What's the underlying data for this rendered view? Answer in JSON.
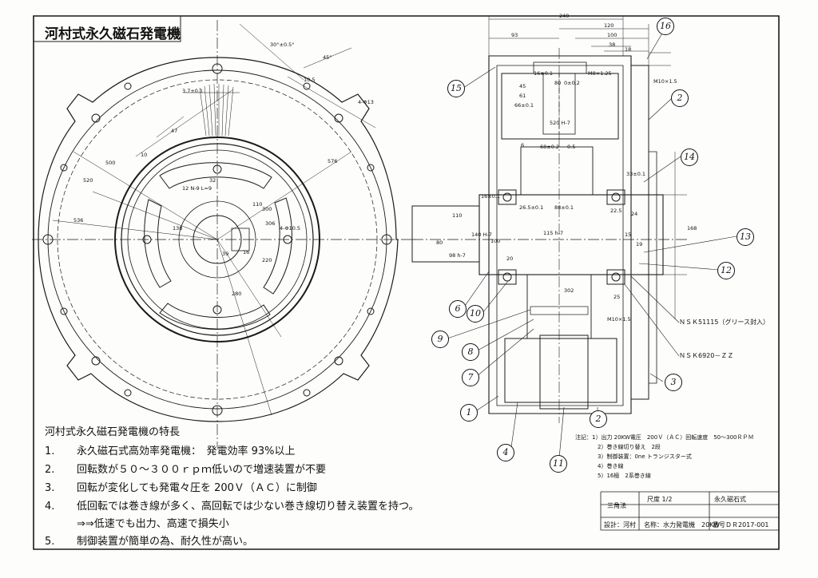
{
  "title": "河村式永久磁石発電機",
  "features": {
    "heading": "河村式永久磁石発電機の特長",
    "items": [
      {
        "n": "1.",
        "text": "永久磁石式高効率発電機：　発電効率 93%以上"
      },
      {
        "n": "2.",
        "text": "回転数が５０～３００ｒｐｍ低いので増速装置が不要"
      },
      {
        "n": "3.",
        "text": "回転が変化しても発電々圧を 200Ｖ（ＡＣ）に制御"
      },
      {
        "n": "4.",
        "text": "低回転では巻き線が多く、高回転では少ない巻き線切り替え装置を持つ。"
      },
      {
        "n": "",
        "text": "⇒⇒低速でも出力、高速で損失小"
      },
      {
        "n": "5.",
        "text": "制御装置が簡単の為、耐久性が高い。"
      }
    ]
  },
  "notes": [
    "注記：1）出力 20KW電圧　200Ｖ（ＡＣ）回転速度　50～300ＲＰＭ",
    "2）巻き線切り替え　2段",
    "3）制御装置：0ne トランジスター式",
    "4）巻き線",
    "5）16極　2系巻き線"
  ],
  "title_block": {
    "projection": "三角法",
    "scale": "尺度 1/2",
    "type": "永久磁石式",
    "designer": "設計：河村",
    "name": "名称：水力発電機　20KW",
    "number": "番号ＤＲ2017-001"
  },
  "bearings": {
    "upper": "ＮＳＫ51115（グリース封入）",
    "lower": "ＮＳＫ6920－ＺＺ"
  },
  "part_numbers": [
    "1",
    "2",
    "3",
    "4",
    "6",
    "7",
    "8",
    "9",
    "10",
    "11",
    "12",
    "13",
    "14",
    "15",
    "16",
    "2"
  ],
  "dimensions": {
    "front": [
      "536",
      "520",
      "500",
      "576",
      "10",
      "47",
      "3.7±0.1",
      "30°±0.5°",
      "45°",
      "10.5",
      "4-Φ13",
      "4-Φ10.5",
      "32",
      "12 N-9 L=9",
      "138",
      "300",
      "306",
      "110",
      "220",
      "39",
      "16",
      "280",
      "10.5"
    ],
    "side": [
      "240",
      "120",
      "93",
      "100",
      "38",
      "18",
      "16±0.1",
      "M8×1.25",
      "M10×1.5",
      "45",
      "61",
      "66±0.1",
      "80",
      "0±0.2",
      "520 H-7",
      "6",
      "68±0.2",
      "0.5",
      "33±0.1",
      "16±0.1",
      "26.5±0.1",
      "88±0.1",
      "22.5",
      "24",
      "110",
      "80",
      "98 h-7",
      "140 H-7",
      "115 h-7",
      "168",
      "15",
      "19",
      "20",
      "100",
      "302",
      "25",
      "M10×1.5"
    ]
  }
}
